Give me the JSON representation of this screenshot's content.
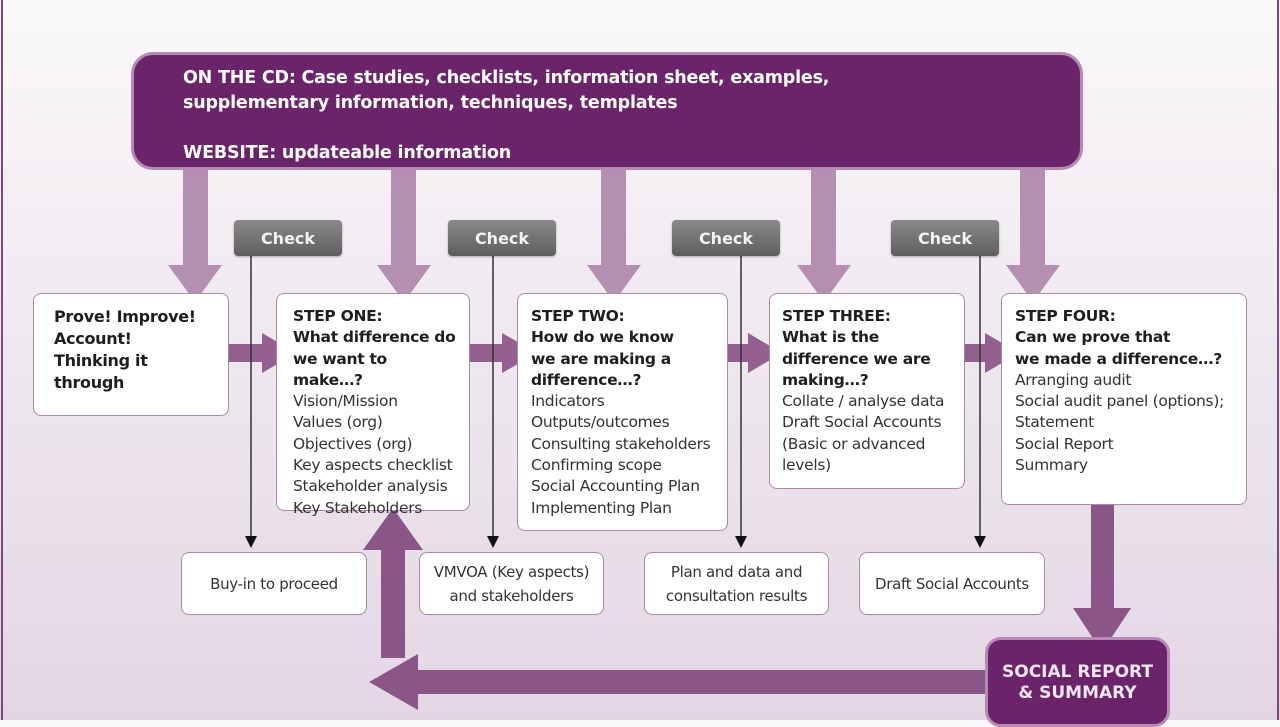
{
  "banner": {
    "line1": "ON THE CD: Case studies, checklists, information sheet, examples,",
    "line2": "supplementary information, techniques, templates",
    "line3": "WEBSITE: updateable information"
  },
  "checks": [
    "Check",
    "Check",
    "Check",
    "Check"
  ],
  "intro": {
    "lines": [
      "Prove! Improve!",
      "Account!",
      "Thinking it",
      "through"
    ]
  },
  "steps": [
    {
      "title": "STEP ONE:",
      "question": [
        "What difference do",
        "we want to make…?"
      ],
      "items": [
        "Vision/Mission",
        "Values (org)",
        "Objectives (org)",
        "Key aspects checklist",
        "Stakeholder analysis",
        "Key Stakeholders"
      ]
    },
    {
      "title": "STEP TWO:",
      "question": [
        "How do we know",
        "we are making a",
        "difference…?"
      ],
      "items": [
        "Indicators",
        "Outputs/outcomes",
        "Consulting stakeholders",
        "Confirming scope",
        "Social Accounting Plan",
        "Implementing Plan"
      ]
    },
    {
      "title": "STEP THREE:",
      "question": [
        "What is the",
        "difference we are",
        "making…?"
      ],
      "items": [
        "Collate / analyse data",
        "Draft Social Accounts",
        "(Basic or advanced",
        "levels)"
      ]
    },
    {
      "title": "STEP FOUR:",
      "question": [
        "Can we prove that",
        "we made a difference…?"
      ],
      "items": [
        "Arranging audit",
        "Social audit panel (options);",
        "Statement",
        "Social Report",
        "Summary"
      ]
    }
  ],
  "outputs": [
    [
      "Buy-in to proceed"
    ],
    [
      "VMVOA (Key aspects)",
      "and stakeholders"
    ],
    [
      "Plan and data and",
      "consultation results"
    ],
    [
      "Draft Social Accounts"
    ]
  ],
  "report": {
    "line1": "SOCIAL REPORT",
    "line2": "& SUMMARY"
  },
  "colors": {
    "banner": "#6b2369",
    "arrow_light": "#b48fb2",
    "arrow_dark": "#8a5688",
    "check": "#6e6e6e"
  }
}
